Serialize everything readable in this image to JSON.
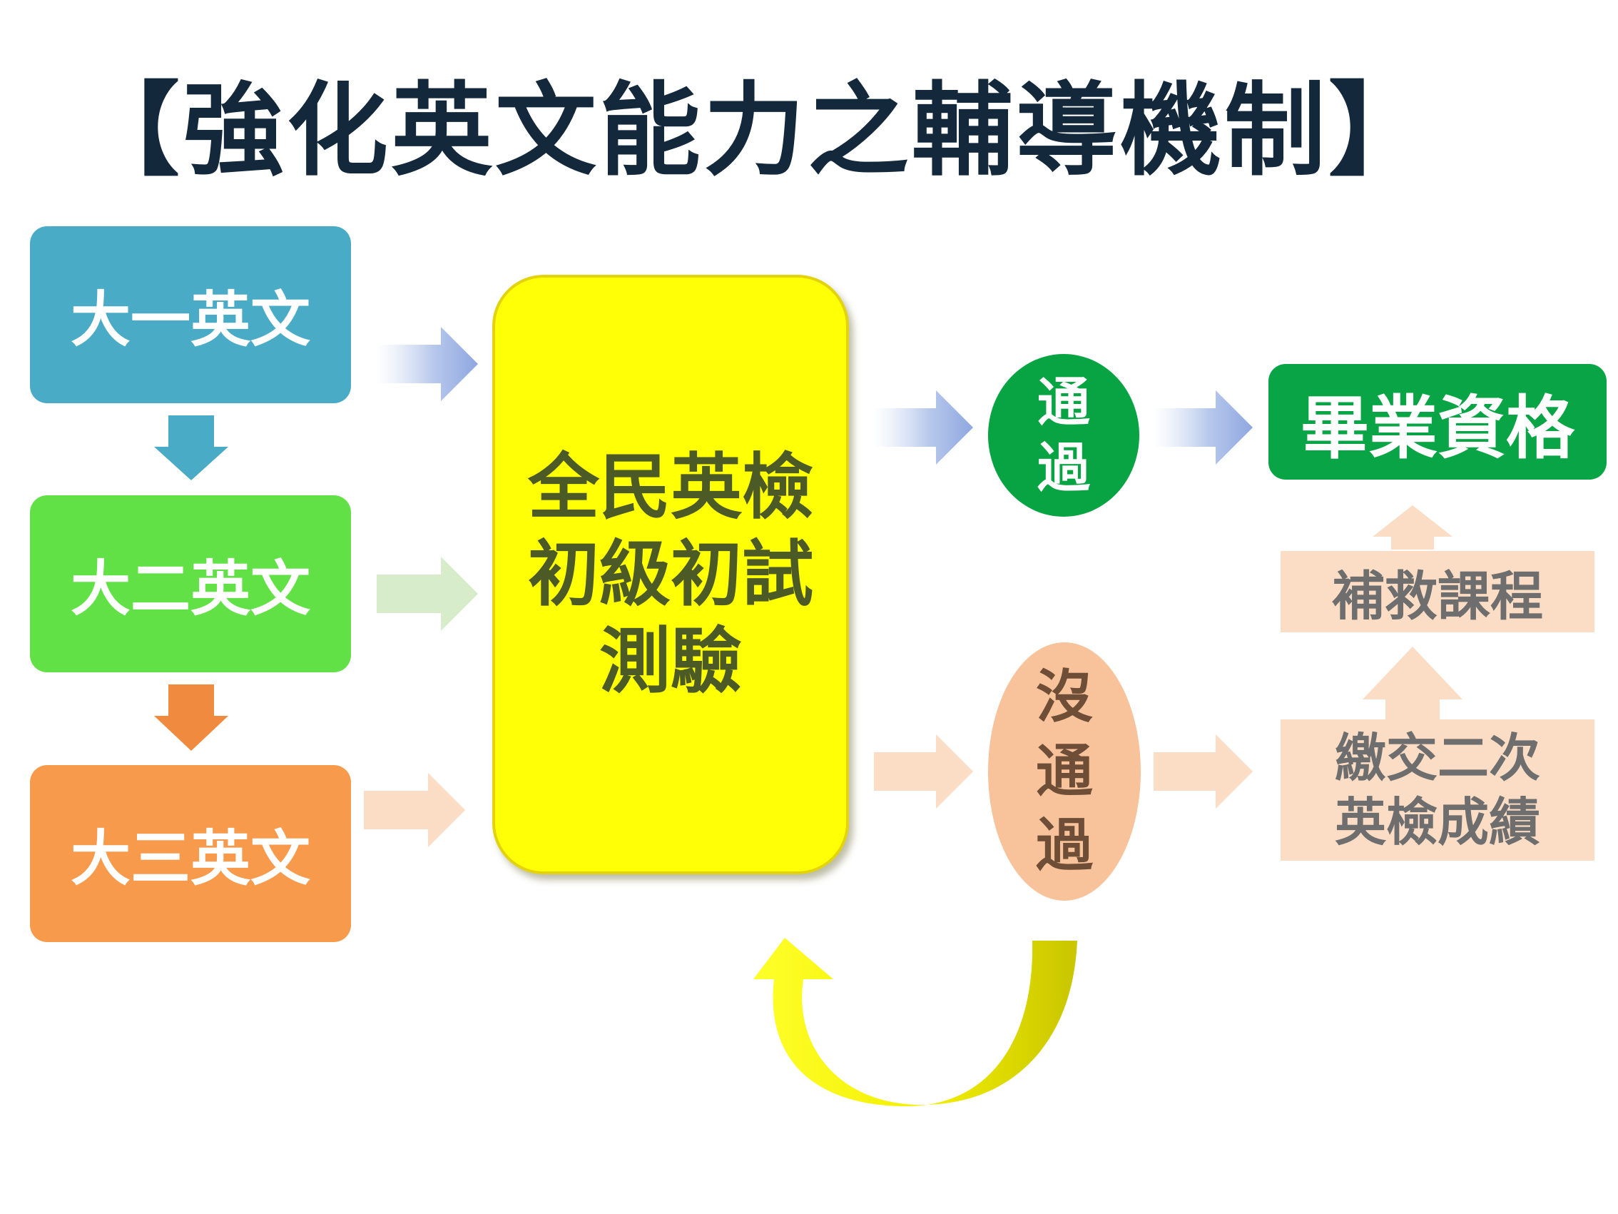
{
  "title": "【強化英文能力之輔導機制】",
  "courses": {
    "year1": "大一英文",
    "year2": "大二英文",
    "year3": "大三英文"
  },
  "test": {
    "line1": "全民英檢",
    "line2": "初級初試",
    "line3": "測驗"
  },
  "pass": {
    "char1": "通",
    "char2": "過"
  },
  "fail": {
    "char1": "沒",
    "char2": "通",
    "char3": "過"
  },
  "outcomes": {
    "graduation": "畢業資格",
    "remedial": "補救課程",
    "resubmit_line1": "繳交二次",
    "resubmit_line2": "英檢成績"
  },
  "colors": {
    "year1": "#4aabc6",
    "year2": "#62e147",
    "year3": "#f79a4c",
    "test": "#ffff05",
    "pass": "#08a444",
    "fail": "#f8c29a",
    "remedial": "#fbdcc4"
  }
}
